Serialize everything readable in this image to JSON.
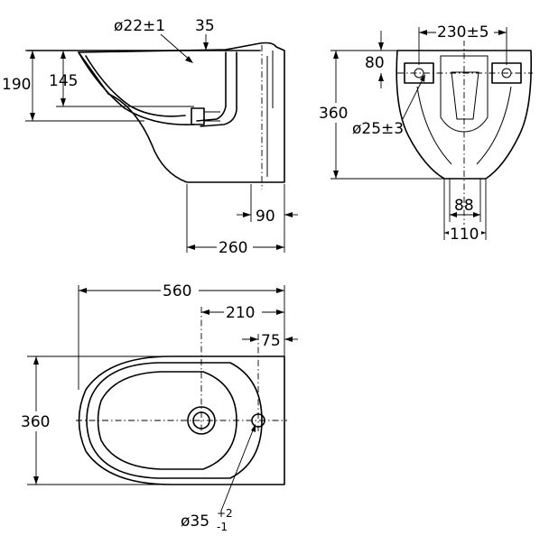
{
  "side_view": {
    "dim_pipe_diameter": "ø22±1",
    "dim_pipe_offset": "35",
    "dim_height_overall": "190",
    "dim_height_pipe": "145",
    "dim_mount_depth": "90",
    "dim_depth": "260"
  },
  "rear_view": {
    "dim_fixing_spacing": "230±5",
    "dim_fixing_height": "80",
    "dim_height": "360",
    "dim_outlet_diameter": "ø25±3",
    "dim_base_inner": "88",
    "dim_base_outer": "110"
  },
  "plan_view": {
    "dim_length": "560",
    "dim_tap_offset": "210",
    "dim_wall_offset": "75",
    "dim_width": "360",
    "dim_tap_hole": "ø35",
    "dim_tap_hole_tol_upper": "+2",
    "dim_tap_hole_tol_lower": "-1"
  }
}
